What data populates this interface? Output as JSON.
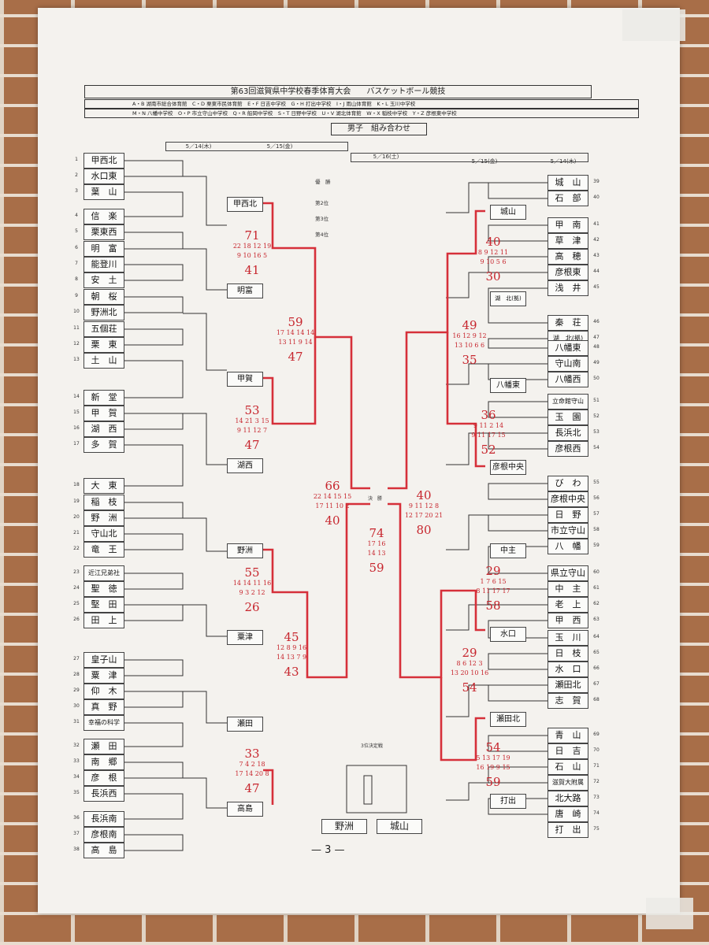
{
  "header": {
    "title": "第63回滋賀県中学校春季体育大会　　バスケットボール競技",
    "venues1": "A・B 湖南市総合体育館　C・D 栗東市民体育館　E・F 日吉中学校　G・H 打出中学校　I・J 雨山体育館　K・L 玉川中学校",
    "venues2": "M・N 八幡中学校　O・P 市立守山中学校　Q・R 船岡中学校　S・T 日野中学校　U・V 湖北体育館　W・X 稲枝中学校　Y・Z 彦根東中学校",
    "section": "男子　組み合わせ",
    "dates": [
      "5／14(木)",
      "5／15(金)",
      "5／16(土)",
      "5／15(金)",
      "5／14(木)"
    ]
  },
  "ranks": [
    "優　勝",
    "第2位",
    "第3位",
    "第4位"
  ],
  "labels": {
    "final": "決　勝",
    "third": "3位決定戦",
    "page": "— 3 —"
  },
  "left_teams": [
    {
      "n": "1",
      "name": "甲西北"
    },
    {
      "n": "2",
      "name": "水口東"
    },
    {
      "n": "3",
      "name": "葉　山"
    },
    {
      "n": "4",
      "name": "信　楽"
    },
    {
      "n": "5",
      "name": "栗東西"
    },
    {
      "n": "6",
      "name": "明　富"
    },
    {
      "n": "7",
      "name": "能登川"
    },
    {
      "n": "8",
      "name": "安　土"
    },
    {
      "n": "9",
      "name": "朝　桜"
    },
    {
      "n": "10",
      "name": "野洲北"
    },
    {
      "n": "11",
      "name": "五個荘"
    },
    {
      "n": "12",
      "name": "栗　東"
    },
    {
      "n": "13",
      "name": "土　山"
    },
    {
      "n": "14",
      "name": "新　堂"
    },
    {
      "n": "15",
      "name": "甲　賀"
    },
    {
      "n": "16",
      "name": "湖　西"
    },
    {
      "n": "17",
      "name": "多　賀"
    },
    {
      "n": "18",
      "name": "大　東"
    },
    {
      "n": "19",
      "name": "稲　枝"
    },
    {
      "n": "20",
      "name": "野　洲"
    },
    {
      "n": "21",
      "name": "守山北"
    },
    {
      "n": "22",
      "name": "竜　王"
    },
    {
      "n": "23",
      "name": "近江兄弟社"
    },
    {
      "n": "24",
      "name": "聖　徳"
    },
    {
      "n": "25",
      "name": "堅　田"
    },
    {
      "n": "26",
      "name": "田　上"
    },
    {
      "n": "27",
      "name": "皇子山"
    },
    {
      "n": "28",
      "name": "粟　津"
    },
    {
      "n": "29",
      "name": "仰　木"
    },
    {
      "n": "30",
      "name": "真　野"
    },
    {
      "n": "31",
      "name": "幸福の科学"
    },
    {
      "n": "32",
      "name": "瀬　田"
    },
    {
      "n": "33",
      "name": "南　郷"
    },
    {
      "n": "34",
      "name": "彦　根"
    },
    {
      "n": "35",
      "name": "長浜西"
    },
    {
      "n": "36",
      "name": "長浜南"
    },
    {
      "n": "37",
      "name": "彦根南"
    },
    {
      "n": "38",
      "name": "高　島"
    }
  ],
  "right_teams": [
    {
      "n": "39",
      "name": "城　山"
    },
    {
      "n": "40",
      "name": "石　部"
    },
    {
      "n": "41",
      "name": "甲　南"
    },
    {
      "n": "42",
      "name": "草　津"
    },
    {
      "n": "43",
      "name": "高　穂"
    },
    {
      "n": "44",
      "name": "彦根東"
    },
    {
      "n": "45",
      "name": "浅　井"
    },
    {
      "n": "46",
      "name": "秦　荘"
    },
    {
      "n": "47",
      "name": "湖　北(拠)"
    },
    {
      "n": "48",
      "name": "八幡東"
    },
    {
      "n": "49",
      "name": "守山南"
    },
    {
      "n": "50",
      "name": "八幡西"
    },
    {
      "n": "51",
      "name": "立命館守山"
    },
    {
      "n": "52",
      "name": "玉　園"
    },
    {
      "n": "53",
      "name": "長浜北"
    },
    {
      "n": "54",
      "name": "彦根西"
    },
    {
      "n": "55",
      "name": "び　わ"
    },
    {
      "n": "56",
      "name": "彦根中央"
    },
    {
      "n": "57",
      "name": "日　野"
    },
    {
      "n": "58",
      "name": "市立守山"
    },
    {
      "n": "59",
      "name": "八　幡"
    },
    {
      "n": "60",
      "name": "県立守山"
    },
    {
      "n": "61",
      "name": "中　主"
    },
    {
      "n": "62",
      "name": "老　上"
    },
    {
      "n": "63",
      "name": "甲　西"
    },
    {
      "n": "64",
      "name": "玉　川"
    },
    {
      "n": "65",
      "name": "日　枝"
    },
    {
      "n": "66",
      "name": "水　口"
    },
    {
      "n": "67",
      "name": "瀬田北"
    },
    {
      "n": "68",
      "name": "志　賀"
    },
    {
      "n": "69",
      "name": "青　山"
    },
    {
      "n": "70",
      "name": "日　吉"
    },
    {
      "n": "71",
      "name": "石　山"
    },
    {
      "n": "72",
      "name": "滋賀大附属"
    },
    {
      "n": "73",
      "name": "北大路"
    },
    {
      "n": "74",
      "name": "唐　崎"
    },
    {
      "n": "75",
      "name": "打　出"
    }
  ],
  "winner_boxes": [
    {
      "name": "甲西北"
    },
    {
      "name": "明富"
    },
    {
      "name": "甲賀"
    },
    {
      "name": "湖西"
    },
    {
      "name": "野洲"
    },
    {
      "name": "粟津"
    },
    {
      "name": "瀬田"
    },
    {
      "name": "高島"
    },
    {
      "name": "城山"
    },
    {
      "name": "湖　北(拠)"
    },
    {
      "name": "八幡東"
    },
    {
      "name": "彦根中央"
    },
    {
      "name": "中主"
    },
    {
      "name": "水口"
    },
    {
      "name": "瀬田北"
    },
    {
      "name": "打出"
    }
  ],
  "third_place": {
    "left": "野洲",
    "right": "城山"
  },
  "scores": [
    {
      "t": "71",
      "c": "big"
    },
    {
      "t": "22 18 12 19",
      "c": "sm"
    },
    {
      "t": "9 10 16 5",
      "c": "sm"
    },
    {
      "t": "41",
      "c": "big"
    },
    {
      "t": "59",
      "c": "big"
    },
    {
      "t": "17 14 14 14",
      "c": "sm"
    },
    {
      "t": "13 11 9 14",
      "c": "sm"
    },
    {
      "t": "47",
      "c": "big"
    },
    {
      "t": "53",
      "c": "big"
    },
    {
      "t": "14 21 3 15",
      "c": "sm"
    },
    {
      "t": "9 11 12 7",
      "c": "sm"
    },
    {
      "t": "47",
      "c": "big"
    },
    {
      "t": "66",
      "c": "big"
    },
    {
      "t": "22 14 15 15",
      "c": "sm"
    },
    {
      "t": "17 11 10 2",
      "c": "sm"
    },
    {
      "t": "40",
      "c": "big"
    },
    {
      "t": "55",
      "c": "big"
    },
    {
      "t": "14 14 11 16",
      "c": "sm"
    },
    {
      "t": "9 3 2 12",
      "c": "sm"
    },
    {
      "t": "26",
      "c": "big"
    },
    {
      "t": "45",
      "c": "big"
    },
    {
      "t": "12 8 9 16",
      "c": "sm"
    },
    {
      "t": "14 13 7 9",
      "c": "sm"
    },
    {
      "t": "43",
      "c": "big"
    },
    {
      "t": "33",
      "c": "big"
    },
    {
      "t": "7 4 2 18",
      "c": "sm"
    },
    {
      "t": "17 14 20 8",
      "c": "sm"
    },
    {
      "t": "47",
      "c": "big"
    },
    {
      "t": "74",
      "c": "big"
    },
    {
      "t": "17 16",
      "c": "sm"
    },
    {
      "t": "14 13",
      "c": "sm"
    },
    {
      "t": "59",
      "c": "big"
    },
    {
      "t": "40",
      "c": "big"
    },
    {
      "t": "9 11 12 8",
      "c": "sm"
    },
    {
      "t": "12 17 20 21",
      "c": "sm"
    },
    {
      "t": "80",
      "c": "big"
    },
    {
      "t": "40",
      "c": "big"
    },
    {
      "t": "8 9 12 11",
      "c": "sm"
    },
    {
      "t": "9 10 5 6",
      "c": "sm"
    },
    {
      "t": "30",
      "c": "big"
    },
    {
      "t": "49",
      "c": "big"
    },
    {
      "t": "16 12 9 12",
      "c": "sm"
    },
    {
      "t": "13 10 6 6",
      "c": "sm"
    },
    {
      "t": "35",
      "c": "big"
    },
    {
      "t": "36",
      "c": "big"
    },
    {
      "t": "9 11 2 14",
      "c": "sm"
    },
    {
      "t": "9 11 17 15",
      "c": "sm"
    },
    {
      "t": "52",
      "c": "big"
    },
    {
      "t": "29",
      "c": "big"
    },
    {
      "t": "1 7 6 15",
      "c": "sm"
    },
    {
      "t": "8 11 17 17",
      "c": "sm"
    },
    {
      "t": "58",
      "c": "big"
    },
    {
      "t": "29",
      "c": "big"
    },
    {
      "t": "8 6 12 3",
      "c": "sm"
    },
    {
      "t": "13 20 10 16",
      "c": "sm"
    },
    {
      "t": "54",
      "c": "big"
    },
    {
      "t": "54",
      "c": "big"
    },
    {
      "t": "5 13 17 19",
      "c": "sm"
    },
    {
      "t": "16 19 9 15",
      "c": "sm"
    },
    {
      "t": "59",
      "c": "big"
    }
  ]
}
